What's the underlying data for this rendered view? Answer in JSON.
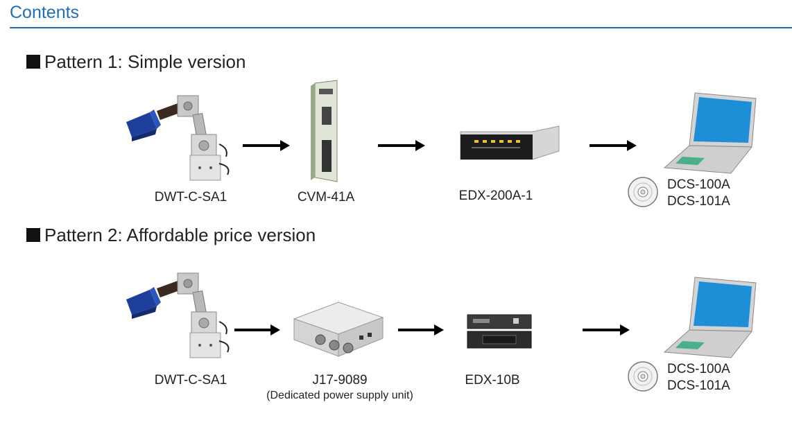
{
  "header": {
    "title": "Contents"
  },
  "pattern1": {
    "heading": "Pattern 1: Simple version",
    "sensor_label": "DWT-C-SA1",
    "module_label": "CVM-41A",
    "recorder_label": "EDX-200A-1",
    "software_label_1": "DCS-100A",
    "software_label_2": "DCS-101A"
  },
  "pattern2": {
    "heading": "Pattern 2: Affordable price version",
    "sensor_label": "DWT-C-SA1",
    "power_label": "J17-9089",
    "power_sublabel": "(Dedicated power supply unit)",
    "recorder_label": "EDX-10B",
    "software_label_1": "DCS-100A",
    "software_label_2": "DCS-101A"
  },
  "icons": [
    "displacement-sensor-icon",
    "conditioner-module-icon",
    "data-recorder-icon",
    "laptop-icon",
    "cd-disc-icon",
    "power-supply-icon",
    "compact-recorder-icon",
    "arrow-icon"
  ],
  "colors": {
    "title": "#1d6fb8",
    "rule": "#1d6fb8",
    "sensor_blue": "#1f3f9c",
    "screen_blue": "#1e8ed6"
  }
}
